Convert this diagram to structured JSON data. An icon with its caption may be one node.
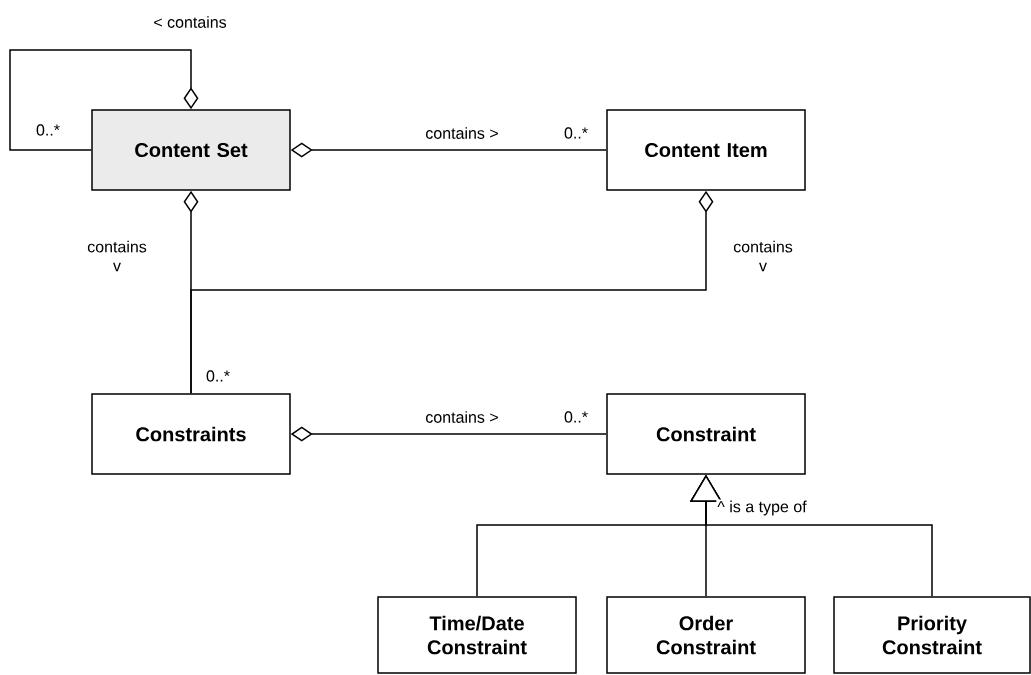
{
  "diagram": {
    "nodes": [
      {
        "text": [
          "Content Set"
        ]
      },
      {
        "text": [
          "Content Item"
        ]
      },
      {
        "text": [
          "Constraints"
        ]
      },
      {
        "text": [
          "Constraint"
        ]
      },
      {
        "text": [
          "Time/Date Constraint"
        ]
      },
      {
        "text": [
          "Order Constraint"
        ]
      },
      {
        "text": [
          "Priority Constraint"
        ]
      }
    ],
    "edges": [
      {
        "from": 0,
        "to": 0,
        "arrow": "other",
        "label": "< contains"
      },
      {
        "from": 0,
        "to": 1,
        "arrow": "other",
        "label": "contains >"
      },
      {
        "from": 0,
        "to": 2,
        "arrow": "other",
        "label": "contains v"
      },
      {
        "from": 1,
        "to": 2,
        "arrow": "other",
        "label": "contains v"
      },
      {
        "from": 2,
        "to": 3,
        "arrow": "other",
        "label": "contains >"
      },
      {
        "from": 4,
        "to": 3,
        "arrow": "to"
      },
      {
        "from": 5,
        "to": 3,
        "arrow": "to",
        "label": "^ is a type of"
      },
      {
        "from": 6,
        "to": 3,
        "arrow": "to"
      }
    ],
    "labels": [
      "0..*",
      "0..*",
      "0..*",
      "0..*"
    ]
  }
}
